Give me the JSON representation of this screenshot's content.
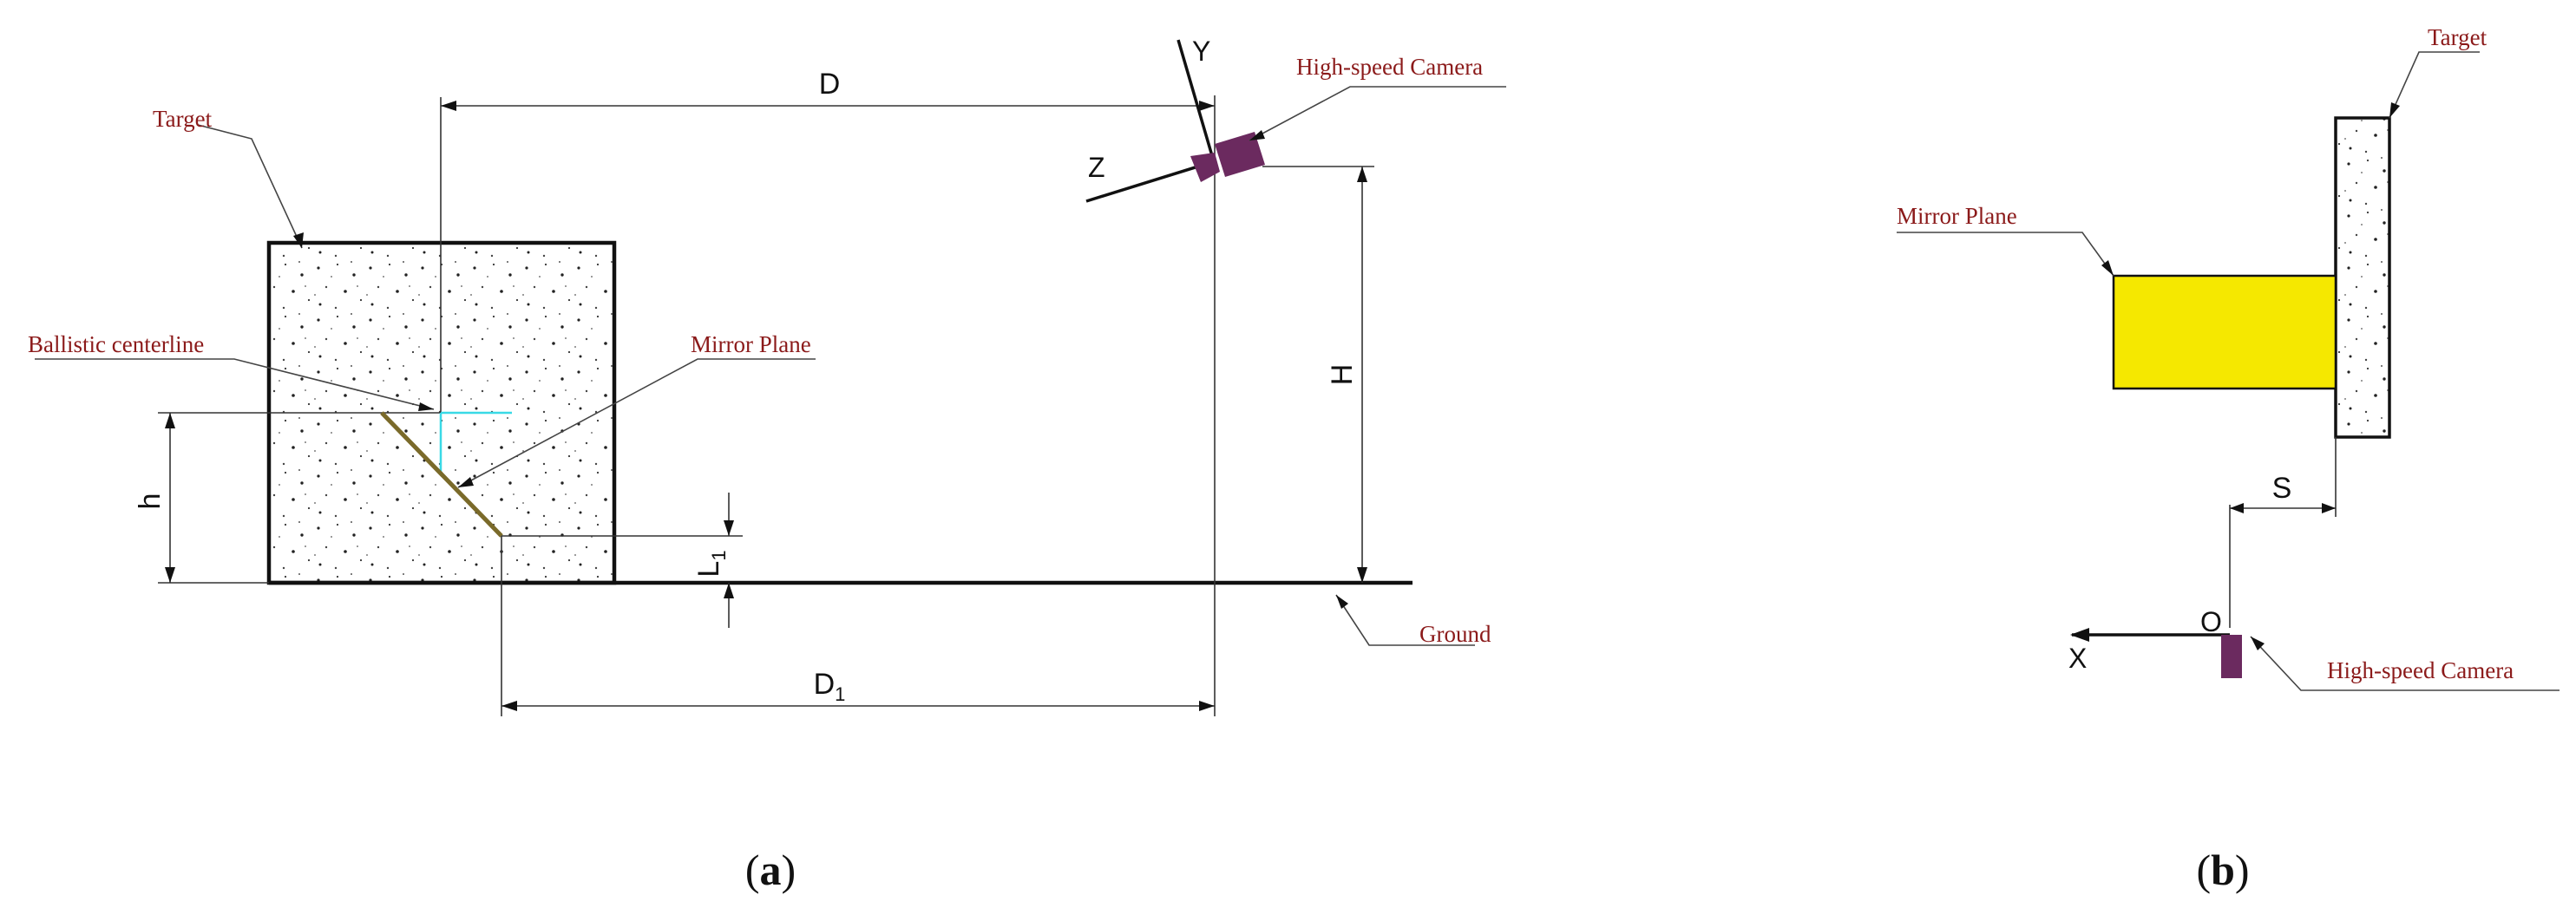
{
  "colors": {
    "callout_text": "#8b1a1a",
    "camera": "#6b2a5f",
    "mirror_plane_a": "#7a6a2a",
    "mirror_plane_b": "#f5e800",
    "ballistic_marker": "#39d9e6",
    "line": "#111111"
  },
  "panel_a": {
    "labels": {
      "target": "Target",
      "ballistic_centerline": "Ballistic centerline",
      "mirror_plane": "Mirror Plane",
      "high_speed_camera": "High-speed Camera",
      "ground": "Ground"
    },
    "dimensions": {
      "D": "D",
      "D1": "D",
      "D1_sub": "1",
      "H": "H",
      "h": "h",
      "L1": "L",
      "L1_sub": "1"
    },
    "axes": {
      "Y": "Y",
      "Z": "Z"
    },
    "caption": {
      "open": "(",
      "letter": "a",
      "close": ")"
    }
  },
  "panel_b": {
    "labels": {
      "target": "Target",
      "mirror_plane": "Mirror Plane",
      "high_speed_camera": "High-speed Camera"
    },
    "dimensions": {
      "S": "S"
    },
    "axes": {
      "X": "X",
      "O": "O"
    },
    "caption": {
      "open": "(",
      "letter": "b",
      "close": ")"
    }
  }
}
